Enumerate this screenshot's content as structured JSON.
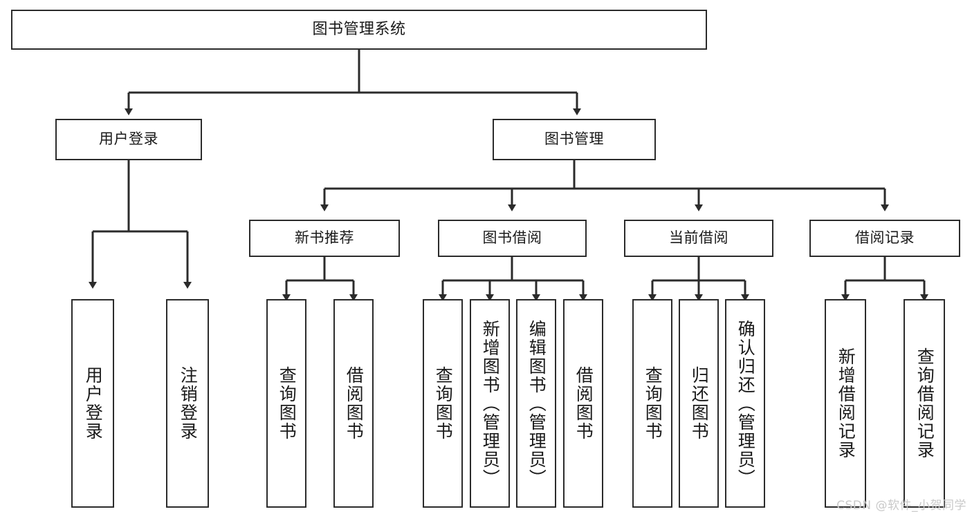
{
  "diagram": {
    "title": "图书管理系统",
    "type": "tree-hierarchy-chart",
    "line_color": "#2b2b2b",
    "box_fill": "#ffffff",
    "text_color": "#1a1a1a",
    "watermark": "CSDN @软件_小贺同学"
  },
  "nodes": {
    "root": {
      "label": "图书管理系统"
    },
    "level2": [
      {
        "label": "用户登录"
      },
      {
        "label": "图书管理"
      }
    ],
    "level3": [
      {
        "label": "新书推荐"
      },
      {
        "label": "图书借阅"
      },
      {
        "label": "当前借阅"
      },
      {
        "label": "借阅记录"
      }
    ],
    "leaves_user_login": [
      {
        "label": "用户登录"
      },
      {
        "label": "注销登录"
      }
    ],
    "leaves_new_book": [
      {
        "label": "查询图书"
      },
      {
        "label": "借阅图书"
      }
    ],
    "leaves_book_borrow": [
      {
        "label": "查询图书"
      },
      {
        "label": "新增图书（管理员）"
      },
      {
        "label": "编辑图书（管理员）"
      },
      {
        "label": "借阅图书"
      }
    ],
    "leaves_current_borrow": [
      {
        "label": "查询图书"
      },
      {
        "label": "归还图书"
      },
      {
        "label": "确认归还（管理员）"
      }
    ],
    "leaves_borrow_record": [
      {
        "label": "新增借阅记录"
      },
      {
        "label": "查询借阅记录"
      }
    ]
  }
}
